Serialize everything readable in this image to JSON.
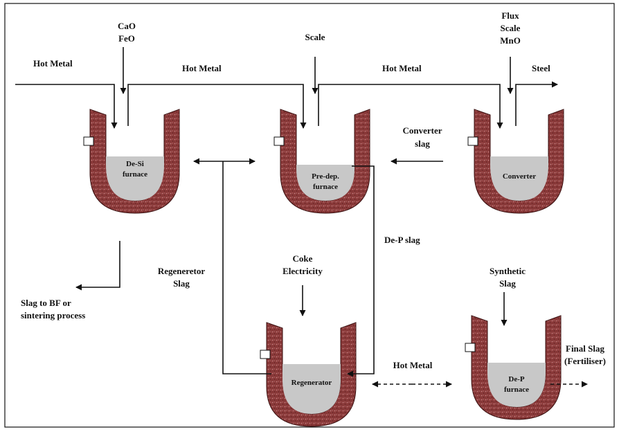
{
  "labels": {
    "hot_metal_in": "Hot Metal",
    "desi_inputs": [
      "CaO",
      "FeO"
    ],
    "hot_metal_1": "Hot Metal",
    "scale_input": "Scale",
    "hot_metal_2": "Hot Metal",
    "converter_inputs": [
      "Flux",
      "Scale",
      "MnO"
    ],
    "steel": "Steel",
    "converter_slag": [
      "Converter",
      "slag"
    ],
    "dep_slag": "De-P slag",
    "regenerator_slag": [
      "Regeneretor",
      "Slag"
    ],
    "slag_to_bf": [
      "Slag to BF or",
      "sintering process"
    ],
    "coke_electricity": [
      "Coke",
      "Electricity"
    ],
    "synthetic_slag": [
      "Synthetic",
      "Slag"
    ],
    "hot_metal_3": "Hot Metal",
    "final_slag": [
      "Final Slag",
      "(Fertiliser)"
    ]
  },
  "vessels": {
    "desi": [
      "De-Si",
      "furnace"
    ],
    "predep": [
      "Pre-dep.",
      "furnace"
    ],
    "converter": [
      "Converter"
    ],
    "regenerator": [
      "Regenerator"
    ],
    "dep": [
      "De-P",
      "furnace"
    ]
  },
  "colors": {
    "refractory": "#8b3a3a",
    "refractory_speckle": "#c98a8a",
    "melt": "#c8c8c8",
    "line": "#111111"
  }
}
